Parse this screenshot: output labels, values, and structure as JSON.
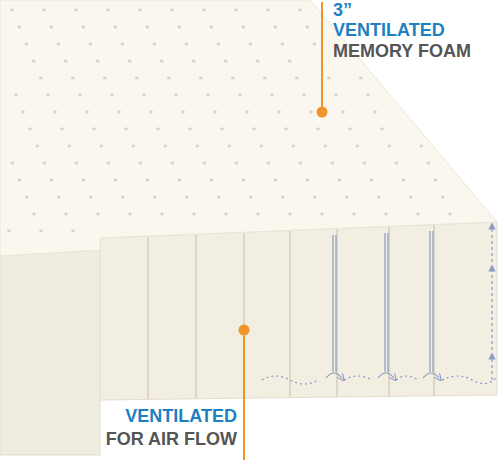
{
  "diagram": {
    "labels": [
      "3”",
      "VENTILATED",
      "MEMORY FOAM",
      "VENTILATED",
      "FOR AIR FLOW"
    ]
  }
}
